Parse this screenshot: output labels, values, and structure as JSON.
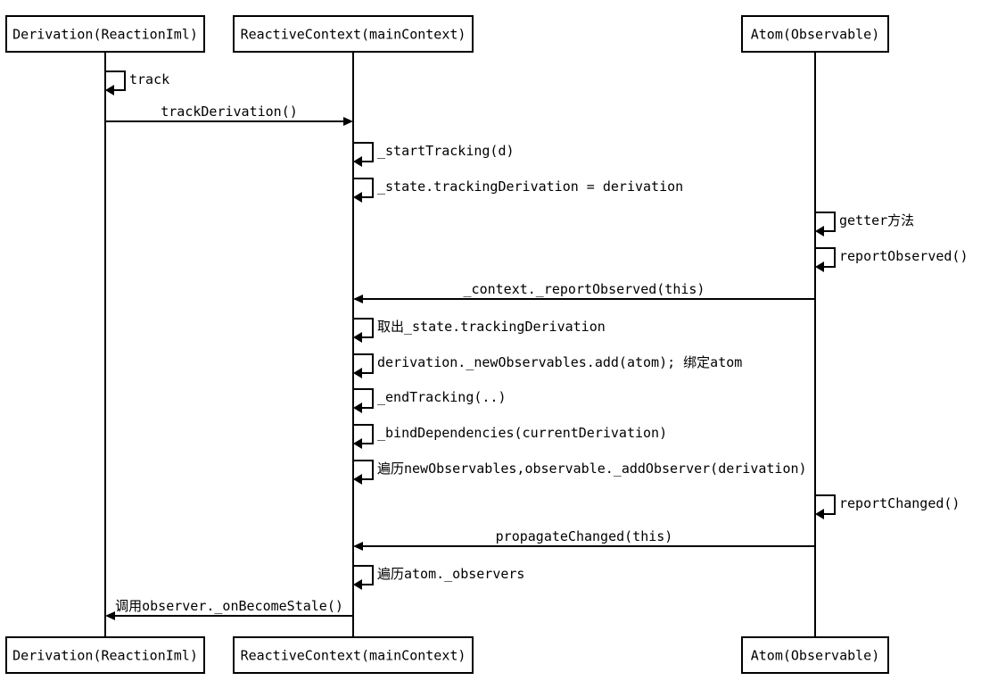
{
  "participants": [
    {
      "id": "derivation",
      "label": "Derivation(ReactionIml)"
    },
    {
      "id": "context",
      "label": "ReactiveContext(mainContext)"
    },
    {
      "id": "atom",
      "label": "Atom(Observable)"
    }
  ],
  "messages": [
    {
      "from": "derivation",
      "to": "derivation",
      "label": "track"
    },
    {
      "from": "derivation",
      "to": "context",
      "label": "trackDerivation()"
    },
    {
      "from": "context",
      "to": "context",
      "label": "_startTracking(d)"
    },
    {
      "from": "context",
      "to": "context",
      "label": "_state.trackingDerivation = derivation"
    },
    {
      "from": "atom",
      "to": "atom",
      "label": "getter方法"
    },
    {
      "from": "atom",
      "to": "atom",
      "label": "reportObserved()"
    },
    {
      "from": "atom",
      "to": "context",
      "label": "_context._reportObserved(this)"
    },
    {
      "from": "context",
      "to": "context",
      "label": "取出_state.trackingDerivation"
    },
    {
      "from": "context",
      "to": "context",
      "label": "derivation._newObservables.add(atom); 绑定atom"
    },
    {
      "from": "context",
      "to": "context",
      "label": "_endTracking(..)"
    },
    {
      "from": "context",
      "to": "context",
      "label": "_bindDependencies(currentDerivation)"
    },
    {
      "from": "context",
      "to": "context",
      "label": "遍历newObservables,observable._addObserver(derivation)"
    },
    {
      "from": "atom",
      "to": "atom",
      "label": "reportChanged()"
    },
    {
      "from": "atom",
      "to": "context",
      "label": "propagateChanged(this)"
    },
    {
      "from": "context",
      "to": "context",
      "label": "遍历atom._observers"
    },
    {
      "from": "context",
      "to": "derivation",
      "label": "调用observer._onBecomeStale()"
    }
  ]
}
